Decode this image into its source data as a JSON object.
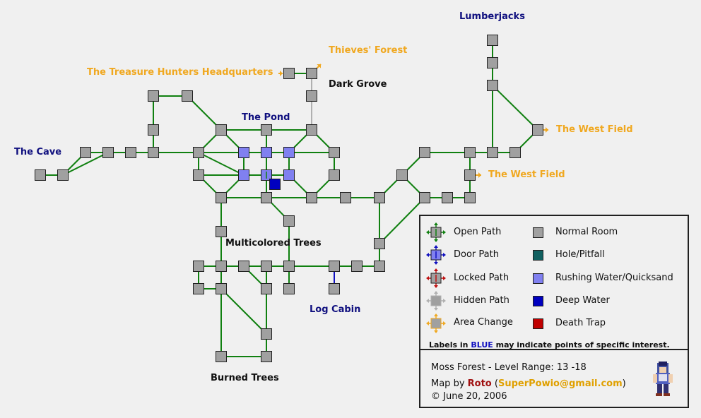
{
  "labels": {
    "lumberjacks": "Lumberjacks",
    "thieves_forest": "Thieves' Forest",
    "treasure_hunters_hq": "The Treasure Hunters Headquarters",
    "dark_grove": "Dark Grove",
    "the_pond": "The Pond",
    "the_cave": "The Cave",
    "west_field_1": "The West Field",
    "west_field_2": "The West Field",
    "multicolored_trees": "Multicolored Trees",
    "log_cabin": "Log Cabin",
    "burned_trees": "Burned Trees"
  },
  "legend": {
    "open_path": "Open Path",
    "door_path": "Door Path",
    "locked_path": "Locked Path",
    "hidden_path": "Hidden Path",
    "area_change": "Area Change",
    "normal_room": "Normal Room",
    "hole_pitfall": "Hole/Pitfall",
    "rushing_water": "Rushing Water/Quicksand",
    "deep_water": "Deep Water",
    "death_trap": "Death Trap",
    "note_prefix": "Labels in",
    "note_blue": "BLUE",
    "note_suffix": "may indicate points of specific interest."
  },
  "credits": {
    "title": "Moss Forest - Level Range: 13 -18",
    "map_by": "Map by",
    "author": "Roto",
    "paren_open": "(",
    "email": "SuperPowio@gmail.com",
    "paren_close": ")",
    "date": "© June 20, 2006"
  },
  "colors": {
    "background": "#f0f0f0",
    "open_path": "#108010",
    "door_path": "#1010c0",
    "locked_path": "#c01010",
    "hidden_path": "#b0b0b0",
    "area_change": "#f0a820",
    "normal_room": "#a0a0a0",
    "hole_pitfall": "#106060",
    "rushing_water": "#8080f0",
    "deep_water": "#0000c0",
    "death_trap": "#c00000",
    "label_blue": "#10107f",
    "label_orange": "#f0a820"
  }
}
